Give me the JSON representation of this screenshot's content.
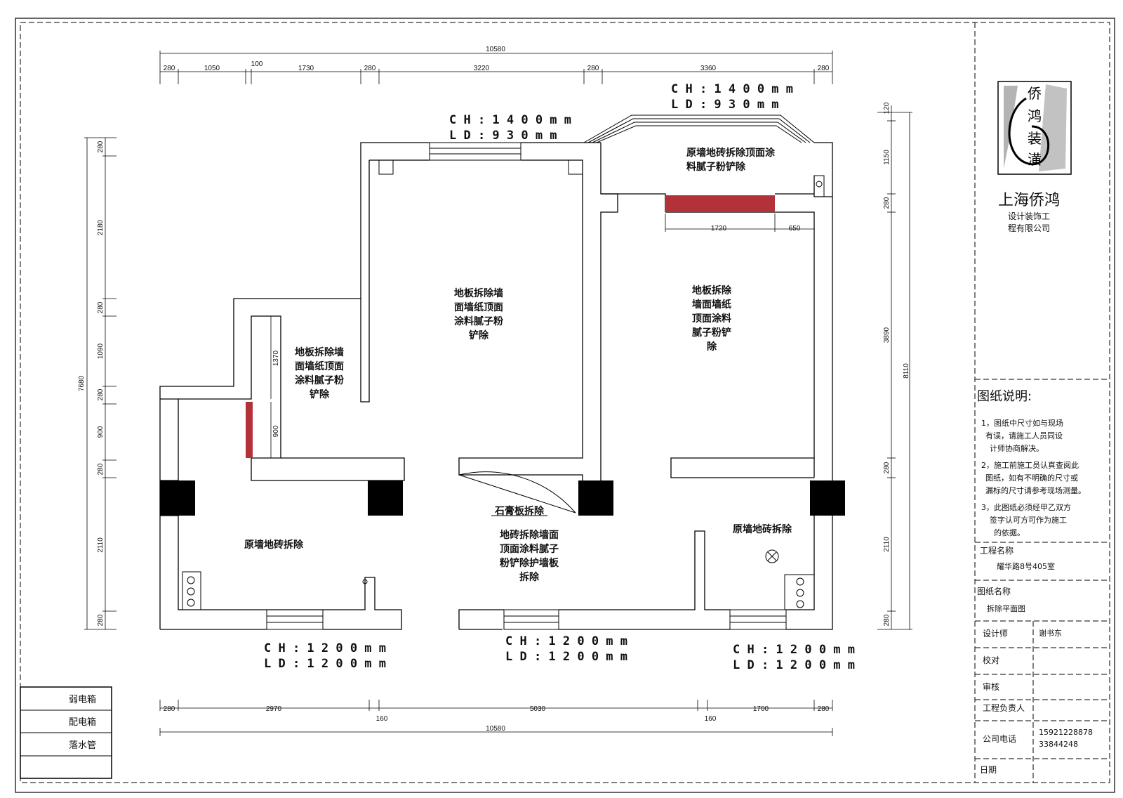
{
  "title_block": {
    "logo_text": [
      "侨",
      "鸿",
      "装",
      "潢"
    ],
    "company_name": "上海侨鸿",
    "company_sub_1": "设计装饰工",
    "company_sub_2": "程有限公司",
    "notes_title": "图纸说明:",
    "notes": [
      [
        "1，图纸中尺寸如与现场",
        "有误，请施工人员同设",
        "计师协商解决。"
      ],
      [
        "2，施工前施工员认真查阅此",
        "图纸，如有不明确的尺寸或",
        "漏标的尺寸请参考现场测量。"
      ],
      [
        "3，此图纸必须经甲乙双方",
        "签字认可方可作为施工",
        "的依据。"
      ]
    ],
    "project_name_label": "工程名称",
    "project_name_value": "耀华路8号405室",
    "drawing_name_label": "图纸名称",
    "drawing_name_value": "拆除平面图",
    "designer_label": "设计师",
    "designer_value": "谢书东",
    "checker_label": "校对",
    "reviewer_label": "审核",
    "manager_label": "工程负责人",
    "phone_label": "公司电话",
    "phone_values": [
      "15921228878",
      "33844248"
    ],
    "date_label": "日期"
  },
  "legend": {
    "items": [
      "弱电箱",
      "配电箱",
      "落水管"
    ]
  },
  "windows": {
    "top_left": [
      "C H : 1 4 0 0 m m",
      "L D : 9 3 0 m m"
    ],
    "top_right": [
      "C H : 1 4 0 0 m m",
      "L D : 9 3 0 m m"
    ],
    "bottom_left": [
      "C H : 1 2 0 0 m m",
      "L D : 1 2 0 0 m m"
    ],
    "bottom_mid": [
      "C H : 1 2 0 0 m m",
      "L D : 1 2 0 0 m m"
    ],
    "bottom_right": [
      "C H : 1 2 0 0 m m",
      "L D : 1 2 0 0 m m"
    ]
  },
  "rooms": {
    "top_right": [
      "原墙地砖拆除顶面涂",
      "料腻子粉铲除"
    ],
    "center": [
      "地板拆除墙",
      "面墙纸顶面",
      "涂料腻子粉",
      "铲除"
    ],
    "right": [
      "地板拆除",
      "墙面墙纸",
      "顶面涂料",
      "腻子粉铲",
      "除"
    ],
    "left_small": [
      "地板拆除墙",
      "面墙纸顶面",
      "涂料腻子粉",
      "铲除"
    ],
    "bottom_left": [
      "原墙地砖拆除"
    ],
    "bottom_center": [
      "地砖拆除墙面",
      "顶面涂料腻子",
      "粉铲除护墙板",
      "拆除"
    ],
    "bottom_right": [
      "原墙地砖拆除"
    ],
    "gypsum": "石膏板拆除"
  },
  "dimensions": {
    "top_total": "10580",
    "top_segments": [
      "280",
      "1050",
      "100",
      "1730",
      "280",
      "3220",
      "280",
      "3360",
      "280"
    ],
    "bottom_total": "10580",
    "bottom_segments": [
      "280",
      "2970",
      "160",
      "5030",
      "160",
      "1700",
      "280"
    ],
    "left_total": "7680",
    "left_segments": [
      "280",
      "2180",
      "280",
      "1090",
      "280",
      "900",
      "280",
      "2110",
      "280"
    ],
    "right_total": "8110",
    "right_segments": [
      "120",
      "1150",
      "280",
      "3890",
      "280",
      "2110",
      "280"
    ],
    "inner_1370": "1370",
    "inner_900": "900",
    "inner_1720": "1720",
    "inner_650": "650"
  },
  "colors": {
    "line": "#000000",
    "demolish_wall": "#b3323a",
    "column": "#000000"
  }
}
